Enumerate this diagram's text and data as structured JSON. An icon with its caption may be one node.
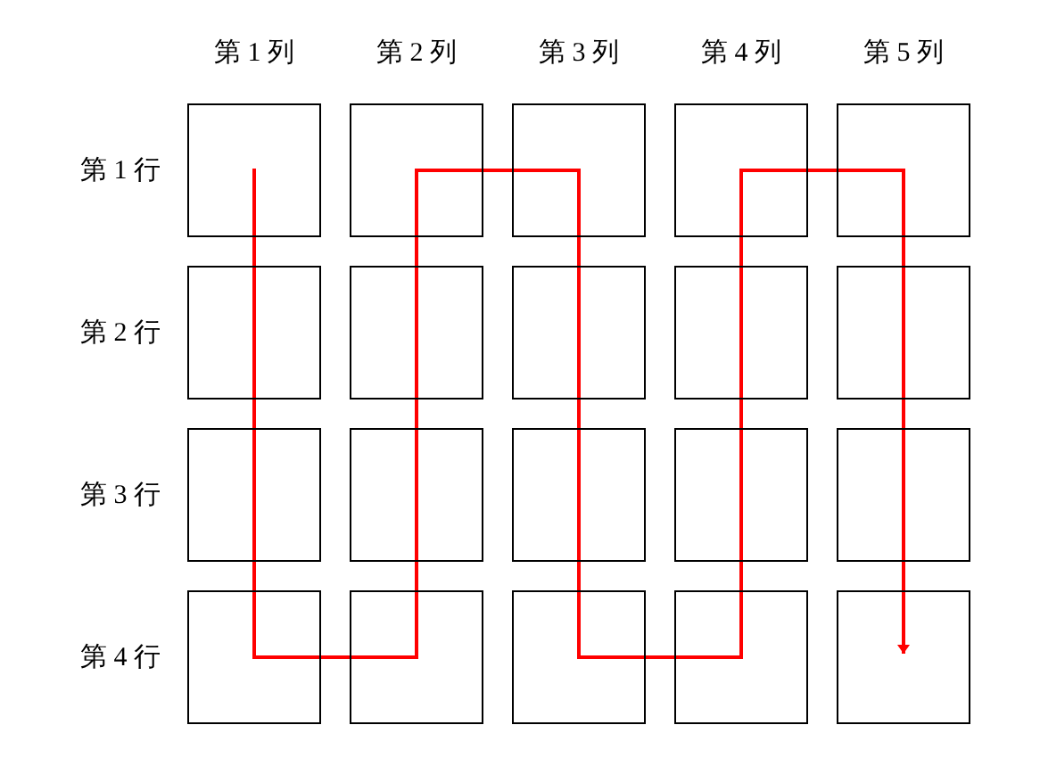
{
  "diagram": {
    "nodes": [
      {
        "text": [],
        "shape": "box"
      },
      {
        "text": [],
        "shape": "box"
      },
      {
        "text": [],
        "shape": "box"
      },
      {
        "text": [],
        "shape": "box"
      },
      {
        "text": [],
        "shape": "box"
      },
      {
        "text": [],
        "shape": "box"
      },
      {
        "text": [],
        "shape": "box"
      },
      {
        "text": [],
        "shape": "box"
      },
      {
        "text": [],
        "shape": "box"
      },
      {
        "text": [],
        "shape": "box"
      },
      {
        "text": [],
        "shape": "box"
      },
      {
        "text": [],
        "shape": "box"
      },
      {
        "text": [],
        "shape": "box"
      },
      {
        "text": [],
        "shape": "box"
      },
      {
        "text": [],
        "shape": "box"
      },
      {
        "text": [],
        "shape": "box"
      },
      {
        "text": [],
        "shape": "box"
      },
      {
        "text": [],
        "shape": "box"
      },
      {
        "text": [],
        "shape": "box"
      },
      {
        "text": [],
        "shape": "box"
      }
    ],
    "edges": [
      {
        "from": 0,
        "to": 5,
        "arrow": "none",
        "color": "#ff0000"
      },
      {
        "from": 5,
        "to": 10,
        "arrow": "none",
        "color": "#ff0000"
      },
      {
        "from": 10,
        "to": 15,
        "arrow": "none",
        "color": "#ff0000"
      },
      {
        "from": 15,
        "to": 16,
        "arrow": "none",
        "color": "#ff0000"
      },
      {
        "from": 16,
        "to": 11,
        "arrow": "none",
        "color": "#ff0000"
      },
      {
        "from": 11,
        "to": 6,
        "arrow": "none",
        "color": "#ff0000"
      },
      {
        "from": 6,
        "to": 1,
        "arrow": "none",
        "color": "#ff0000"
      },
      {
        "from": 1,
        "to": 2,
        "arrow": "none",
        "color": "#ff0000"
      },
      {
        "from": 2,
        "to": 7,
        "arrow": "none",
        "color": "#ff0000"
      },
      {
        "from": 7,
        "to": 12,
        "arrow": "none",
        "color": "#ff0000"
      },
      {
        "from": 12,
        "to": 17,
        "arrow": "none",
        "color": "#ff0000"
      },
      {
        "from": 17,
        "to": 18,
        "arrow": "none",
        "color": "#ff0000"
      },
      {
        "from": 18,
        "to": 13,
        "arrow": "none",
        "color": "#ff0000"
      },
      {
        "from": 13,
        "to": 8,
        "arrow": "none",
        "color": "#ff0000"
      },
      {
        "from": 8,
        "to": 3,
        "arrow": "none",
        "color": "#ff0000"
      },
      {
        "from": 3,
        "to": 4,
        "arrow": "none",
        "color": "#ff0000"
      },
      {
        "from": 4,
        "to": 9,
        "arrow": "none",
        "color": "#ff0000"
      },
      {
        "from": 9,
        "to": 14,
        "arrow": "none",
        "color": "#ff0000"
      },
      {
        "from": 14,
        "to": 19,
        "arrow": "to",
        "color": "#ff0000"
      }
    ],
    "labels": [
      "第 1 列",
      "第 2 列",
      "第 3 列",
      "第 4 列",
      "第 5 列",
      "第 1 行",
      "第 2 行",
      "第 3 行",
      "第 4 行"
    ]
  }
}
